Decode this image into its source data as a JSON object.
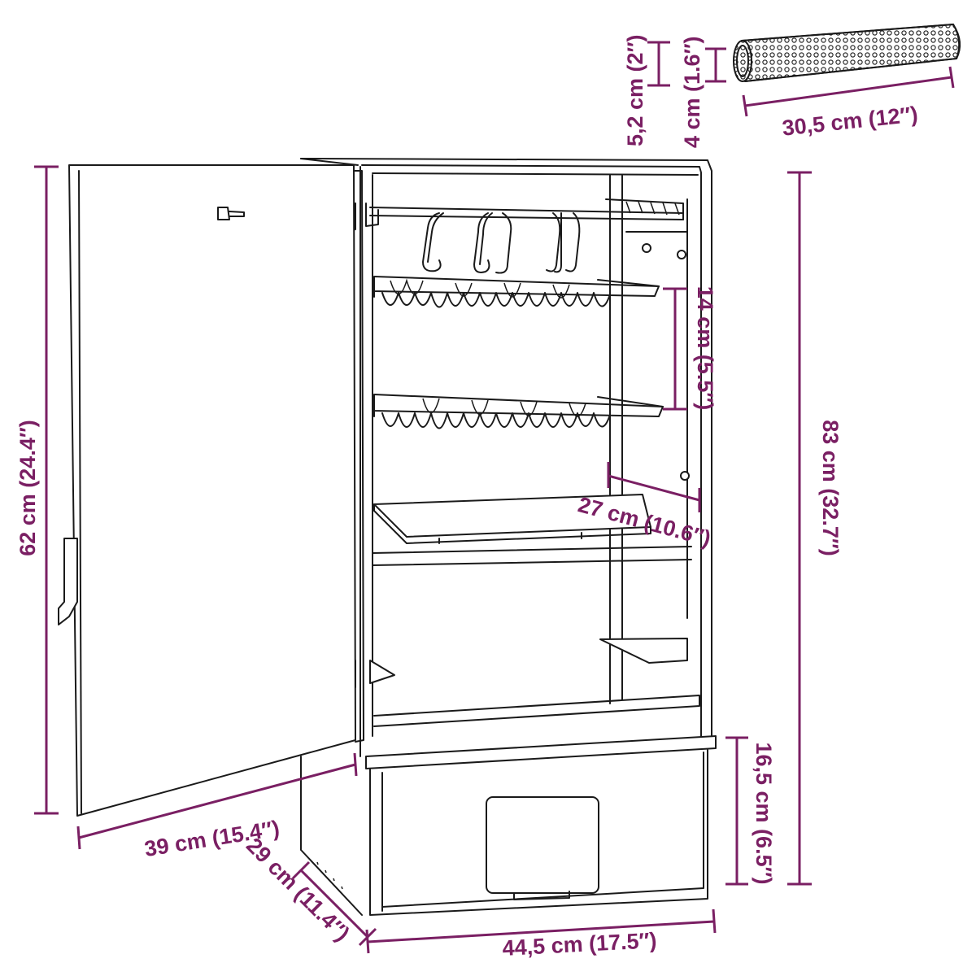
{
  "colors": {
    "dimension": "#7a1f63",
    "outline": "#1a1a1a",
    "background": "#ffffff"
  },
  "labels": {
    "tube_height_outer": "5,2 cm (2″)",
    "tube_height_inner": "4 cm (1.6″)",
    "tube_length": "30,5 cm (12″)",
    "door_height": "62 cm (24.4″)",
    "total_height": "83 cm (32.7″)",
    "rack_spacing": "14 cm (5.5″)",
    "rack_depth": "27 cm (10.6″)",
    "door_width": "39 cm (15.4″)",
    "depth": "29 cm (11.4″)",
    "width": "44,5 cm (17.5″)",
    "drawer_height": "16,5 cm (6.5″)"
  },
  "icons": {
    "product": "smoker-cabinet-icon",
    "accessory": "smoke-tube-icon"
  }
}
